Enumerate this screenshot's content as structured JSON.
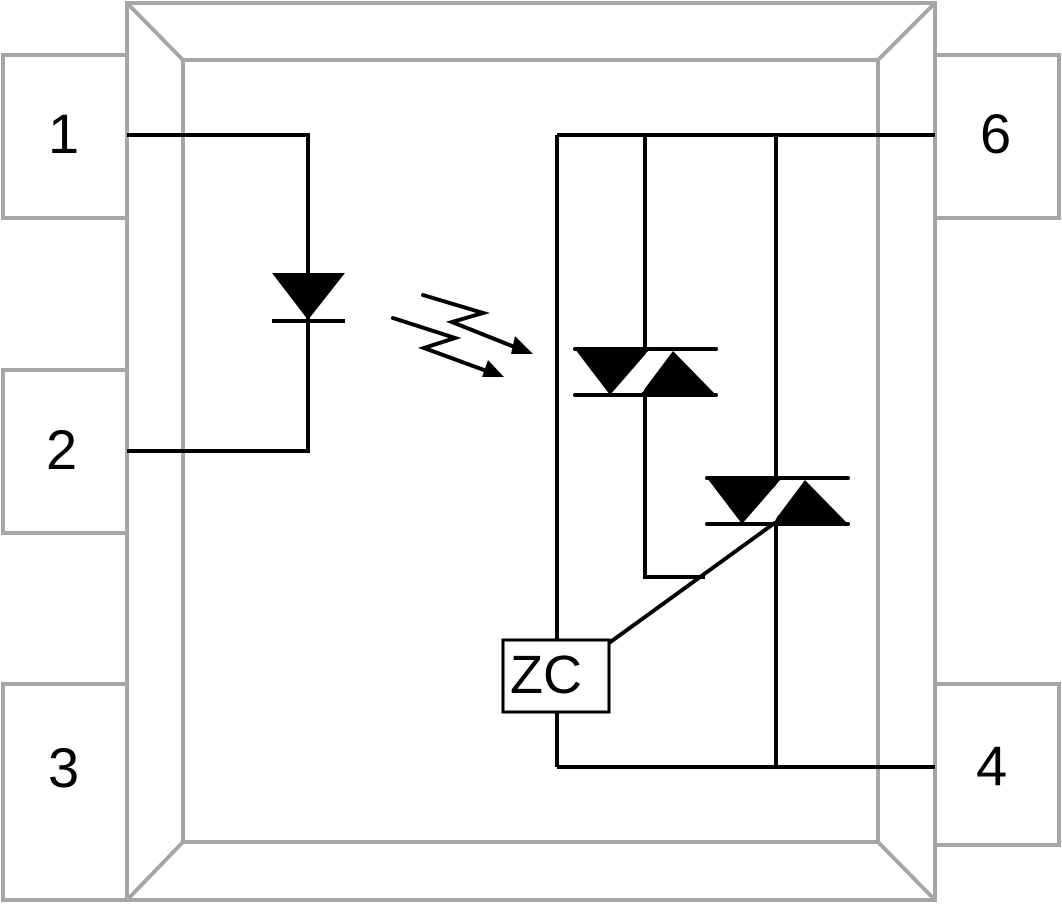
{
  "pins": {
    "p1": "1",
    "p2": "2",
    "p3": "3",
    "p4": "4",
    "p6": "6"
  },
  "zc_label": "ZC",
  "colors": {
    "package": "#a6a6a6",
    "circuit": "#000000"
  }
}
